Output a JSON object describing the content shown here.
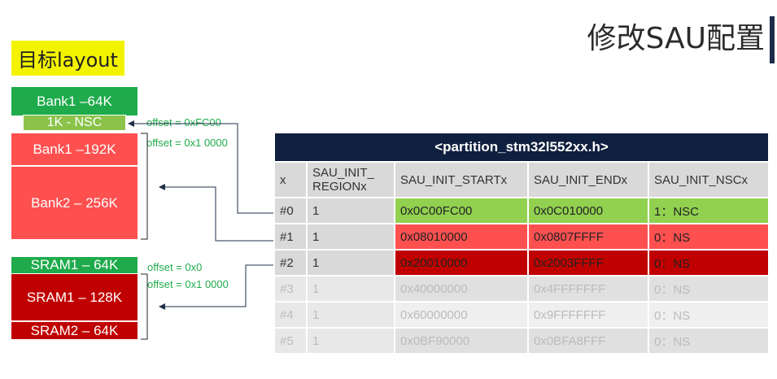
{
  "title": "修改SAU配置",
  "target_label": "目标layout",
  "flash": {
    "bank1_64k": "Bank1 –64K",
    "nsc_1k": "1K - NSC",
    "bank1_192k": "Bank1 –192K",
    "bank2_256k": "Bank2 – 256K",
    "offset_nsc": "offset = 0xFC00",
    "offset_main": "offset = 0x1 0000"
  },
  "sram": {
    "sram1_64k": "SRAM1 – 64K",
    "sram1_128k": "SRAM1 – 128K",
    "sram2_64k": "SRAM2 – 64K",
    "offset_a": "offset = 0x0",
    "offset_b": "offset = 0x1 0000"
  },
  "table": {
    "header": "<partition_stm32l552xx.h>",
    "columns": [
      "x",
      "SAU_INIT_\nREGIONx",
      "SAU_INIT_STARTx",
      "SAU_INIT_ENDx",
      "SAU_INIT_NSCx"
    ],
    "col_region_line1": "SAU_INIT_",
    "col_region_line2": "REGIONx",
    "rows": [
      [
        "#0",
        "1",
        "0x0C00FC00",
        "0x0C010000",
        "1：NSC"
      ],
      [
        "#1",
        "1",
        "0x08010000",
        "0x0807FFFF",
        "0：NS"
      ],
      [
        "#2",
        "1",
        "0x20010000",
        "0x2003FFFF",
        "0：NS"
      ],
      [
        "#3",
        "1",
        "0x40000000",
        "0x4FFFFFFF",
        "0：NS"
      ],
      [
        "#4",
        "1",
        "0x60000000",
        "0x9FFFFFFF",
        "0：NS"
      ],
      [
        "#5",
        "1",
        "0x0BF90000",
        "0x0BFA8FFF",
        "0：NS"
      ]
    ]
  },
  "colors": {
    "green": "#1fab4c",
    "lime": "#92d050",
    "light_red": "#ff5050",
    "dark_red": "#c00000",
    "navy": "#0f1f3f",
    "highlight_yellow": "#f3f300"
  }
}
